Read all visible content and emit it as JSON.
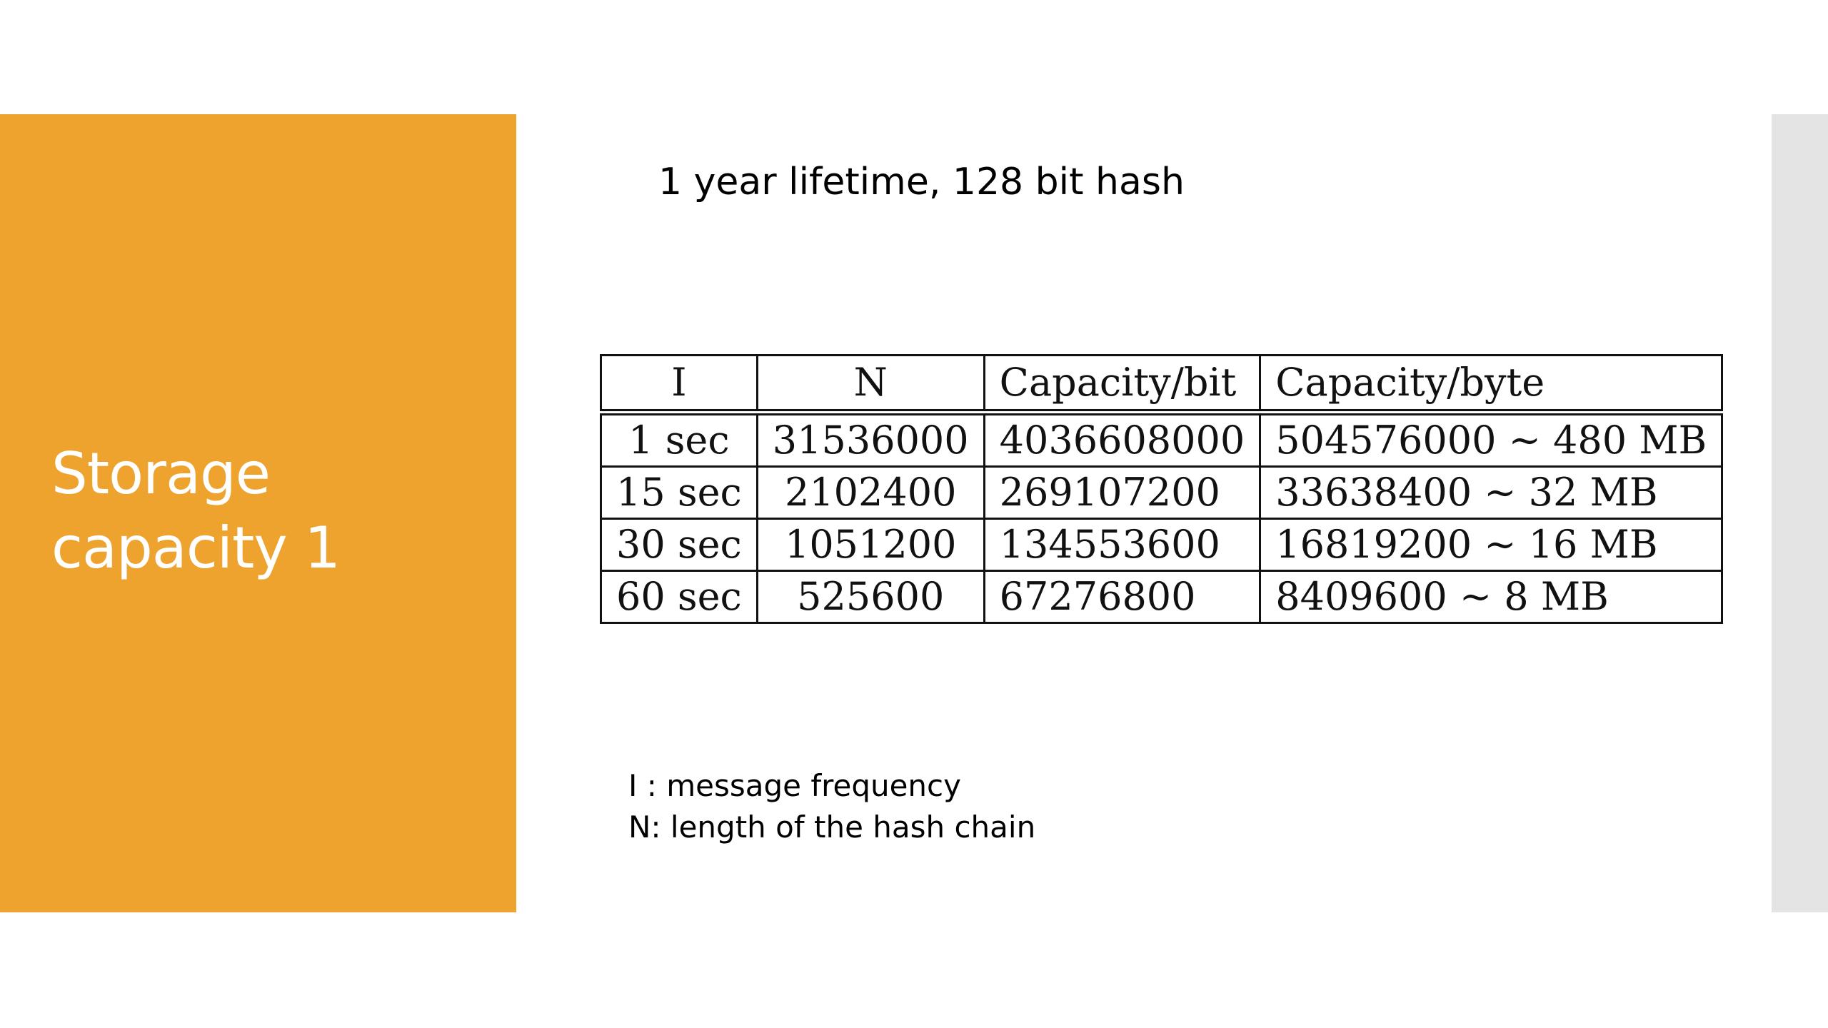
{
  "slide": {
    "title_line1": "Storage",
    "title_line2": "capacity 1",
    "subtitle": "1 year lifetime, 128 bit hash",
    "colors": {
      "title_panel": "#eea32f",
      "right_strip": "#e4e4e4",
      "background": "#ffffff"
    }
  },
  "table": {
    "headers": [
      "I",
      "N",
      "Capacity/bit",
      "Capacity/byte"
    ],
    "rows": [
      [
        "1 sec",
        "31536000",
        "4036608000",
        "504576000 ∼ 480 MB"
      ],
      [
        "15 sec",
        "2102400",
        "269107200",
        "33638400 ∼ 32 MB"
      ],
      [
        "30 sec",
        "1051200",
        "134553600",
        "16819200 ∼ 16 MB"
      ],
      [
        "60 sec",
        "525600",
        "67276800",
        "8409600 ∼ 8 MB"
      ]
    ]
  },
  "legend": {
    "line1": "I : message frequency",
    "line2": "N: length of the hash chain"
  }
}
